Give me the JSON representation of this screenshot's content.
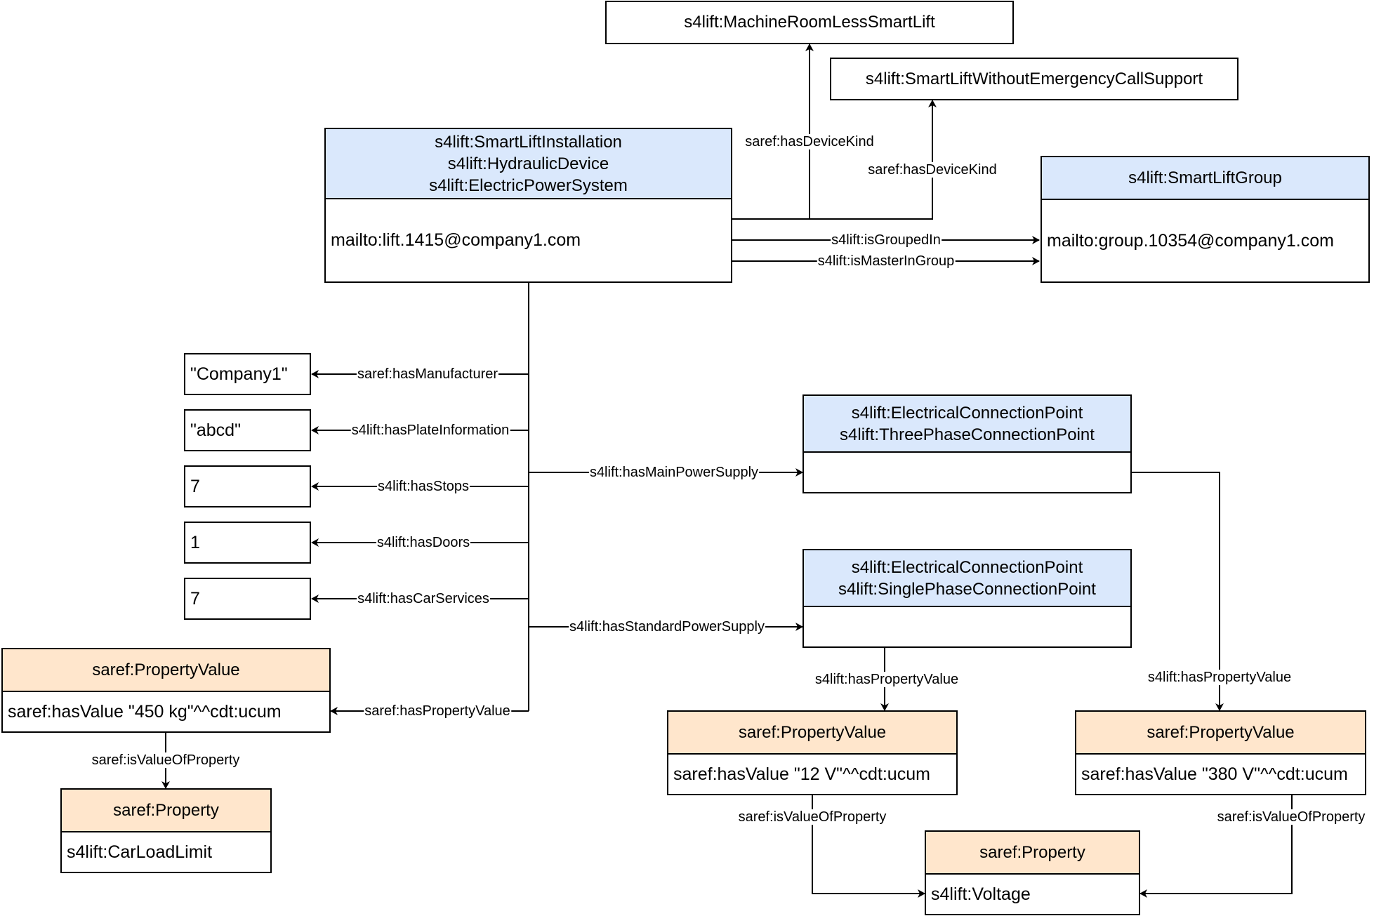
{
  "nodes": {
    "machine_room_less": {
      "label": "s4lift:MachineRoomLessSmartLift"
    },
    "without_emergency": {
      "label": "s4lift:SmartLiftWithoutEmergencyCallSupport"
    },
    "installation": {
      "types": [
        "s4lift:SmartLiftInstallation",
        "s4lift:HydraulicDevice",
        "s4lift:ElectricPowerSystem"
      ],
      "uri": "mailto:lift.1415@company1.com"
    },
    "group": {
      "type": "s4lift:SmartLiftGroup",
      "uri": "mailto:group.10354@company1.com"
    },
    "manufacturer_literal": {
      "value": "\"Company1\""
    },
    "plate_literal": {
      "value": "\"abcd\""
    },
    "stops_literal": {
      "value": "7"
    },
    "doors_literal": {
      "value": "1"
    },
    "car_services_literal": {
      "value": "7"
    },
    "main_power": {
      "types": [
        "s4lift:ElectricalConnectionPoint",
        "s4lift:ThreePhaseConnectionPoint"
      ],
      "uri": ""
    },
    "standard_power": {
      "types": [
        "s4lift:ElectricalConnectionPoint",
        "s4lift:SinglePhaseConnectionPoint"
      ],
      "uri": ""
    },
    "load_value": {
      "type": "saref:PropertyValue",
      "value": "saref:hasValue \"450 kg\"^^cdt:ucum"
    },
    "car_load_property": {
      "type": "saref:Property",
      "value": "s4lift:CarLoadLimit"
    },
    "voltage_12_value": {
      "type": "saref:PropertyValue",
      "value": "saref:hasValue \"12 V\"^^cdt:ucum"
    },
    "voltage_380_value": {
      "type": "saref:PropertyValue",
      "value": "saref:hasValue \"380 V\"^^cdt:ucum"
    },
    "voltage_property": {
      "type": "saref:Property",
      "value": "s4lift:Voltage"
    }
  },
  "edges": {
    "has_device_kind_1": "saref:hasDeviceKind",
    "has_device_kind_2": "saref:hasDeviceKind",
    "is_grouped_in": "s4lift:isGroupedIn",
    "is_master_in_group": "s4lift:isMasterInGroup",
    "has_manufacturer": "saref:hasManufacturer",
    "has_plate_information": "s4lift:hasPlateInformation",
    "has_stops": "s4lift:hasStops",
    "has_doors": "s4lift:hasDoors",
    "has_car_services": "s4lift:hasCarServices",
    "has_property_value_load": "saref:hasPropertyValue",
    "has_main_power_supply": "s4lift:hasMainPowerSupply",
    "has_standard_power_supply": "s4lift:hasStandardPowerSupply",
    "is_value_of_property_load": "saref:isValueOfProperty",
    "has_property_value_12v": "s4lift:hasPropertyValue",
    "has_property_value_380v": "s4lift:hasPropertyValue",
    "is_value_of_property_12v": "saref:isValueOfProperty",
    "is_value_of_property_380v": "saref:isValueOfProperty"
  },
  "colors": {
    "class_header": "#dae8fc",
    "value_header": "#ffe6cc",
    "stroke": "#000000"
  }
}
